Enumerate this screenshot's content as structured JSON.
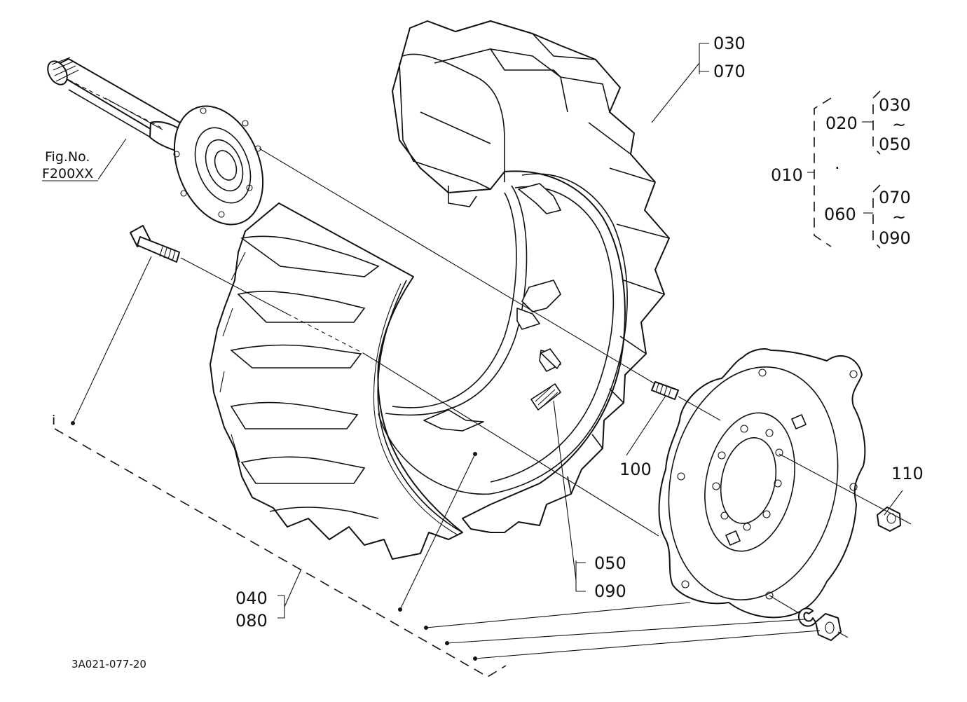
{
  "figure_ref": {
    "line1": "Fig.No.",
    "line2": "F200XX"
  },
  "drawing_number": "3A021-077-20",
  "callouts": {
    "c030_070": {
      "a": "030",
      "b": "070"
    },
    "c100": "100",
    "c110": "110",
    "c050_090": {
      "a": "050",
      "b": "090"
    },
    "c040_080": {
      "a": "040",
      "b": "080"
    }
  },
  "assembly_key": {
    "root": "010",
    "sub_a": {
      "id": "020",
      "from": "030",
      "tilde": "~",
      "to": "050"
    },
    "separator": "·",
    "sub_b": {
      "id": "060",
      "from": "070",
      "tilde": "~",
      "to": "090"
    }
  },
  "marker_i": "i"
}
